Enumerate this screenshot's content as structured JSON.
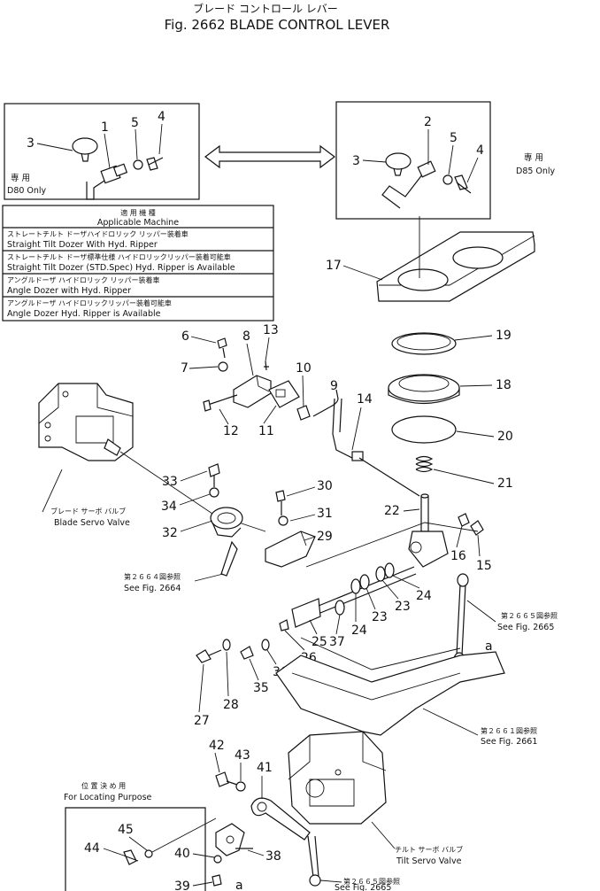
{
  "header": {
    "jp_title": "ブレード コントロール レバー",
    "title": "Fig. 2662 BLADE CONTROL LEVER"
  },
  "box_d80": {
    "jp": "専 用",
    "label": "D80 Only"
  },
  "box_d85": {
    "jp": "専 用",
    "label": "D85 Only"
  },
  "applicable": {
    "header_jp": "適 用 機 種",
    "header_en": "Applicable Machine",
    "rows": [
      {
        "jp": "ストレートチルト ドーザハイドロリック リッパー装着車",
        "en": "Straight Tilt Dozer With Hyd. Ripper"
      },
      {
        "jp": "ストレートチルト ドーザ標準仕様 ハイドロリックリッパー装着可能車",
        "en": "Straight Tilt Dozer (STD.Spec) Hyd. Ripper is Available"
      },
      {
        "jp": "アングルドーザ ハイドロリック リッパー装着車",
        "en": "Angle Dozer with Hyd. Ripper"
      },
      {
        "jp": "アングルドーザ ハイドロリックリッパー装着可能車",
        "en": "Angle Dozer Hyd. Ripper is Available"
      }
    ]
  },
  "callouts": {
    "blade_servo_jp": "ブレード サーボ バルブ",
    "blade_servo": "Blade Servo Valve",
    "see_2664_jp": "第２６６４図参照",
    "see_2664": "See Fig. 2664",
    "see_2665_jp": "第２６６５図参照",
    "see_2665": "See Fig. 2665",
    "see_2661_jp": "第２６６１図参照",
    "see_2661": "See Fig. 2661",
    "locating_jp": "位 置 決 め 用",
    "locating": "For Locating Purpose",
    "tilt_servo_jp": "チルト サーボ バルブ",
    "tilt_servo": "Tilt Servo Valve",
    "see_2665b_jp": "第２６６５図参照",
    "see_2665b": "See Fig. 2665",
    "ref_a": "a"
  },
  "parts": {
    "p1": "1",
    "p2": "2",
    "p3a": "3",
    "p3b": "3",
    "p4a": "4",
    "p4b": "4",
    "p5a": "5",
    "p5b": "5",
    "p6": "6",
    "p7": "7",
    "p8": "8",
    "p9": "9",
    "p10": "10",
    "p11": "11",
    "p12": "12",
    "p13": "13",
    "p14": "14",
    "p15": "15",
    "p16": "16",
    "p17": "17",
    "p18": "18",
    "p19": "19",
    "p20": "20",
    "p21": "21",
    "p22": "22",
    "p23a": "23",
    "p23b": "23",
    "p24a": "24",
    "p24b": "24",
    "p25": "25",
    "p26": "26",
    "p27": "27",
    "p28": "28",
    "p29": "29",
    "p30": "30",
    "p31": "31",
    "p32": "32",
    "p33": "33",
    "p34": "34",
    "p35": "35",
    "p36": "36",
    "p37": "37",
    "p38": "38",
    "p39": "39",
    "p40": "40",
    "p41": "41",
    "p42": "42",
    "p43": "43",
    "p44": "44",
    "p45": "45"
  }
}
